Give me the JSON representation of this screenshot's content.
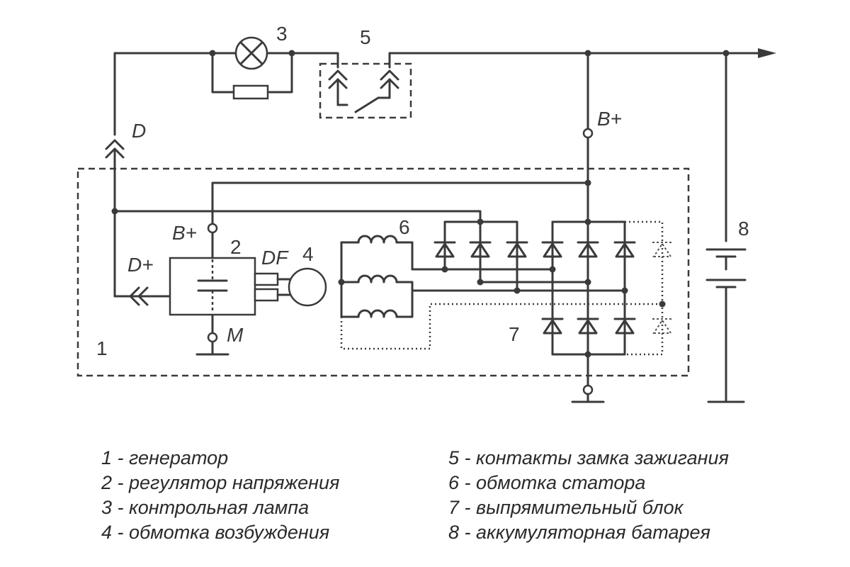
{
  "diagram": {
    "labels": {
      "n1": "1",
      "n2": "2",
      "n3": "3",
      "n4": "4",
      "n5": "5",
      "n6": "6",
      "n7": "7",
      "n8": "8",
      "d": "D",
      "d_plus": "D+",
      "b_plus_top": "B+",
      "b_plus_reg": "B+",
      "df": "DF",
      "m": "M"
    },
    "legend": [
      "1 - генератор",
      "2 - регулятор напряжения",
      "3 - контрольная лампа",
      "4 - обмотка возбуждения",
      "5 - контакты замка зажигания",
      "6 - обмотка статора",
      "7 - выпрямительный блок",
      "8 - аккумуляторная батарея"
    ]
  }
}
